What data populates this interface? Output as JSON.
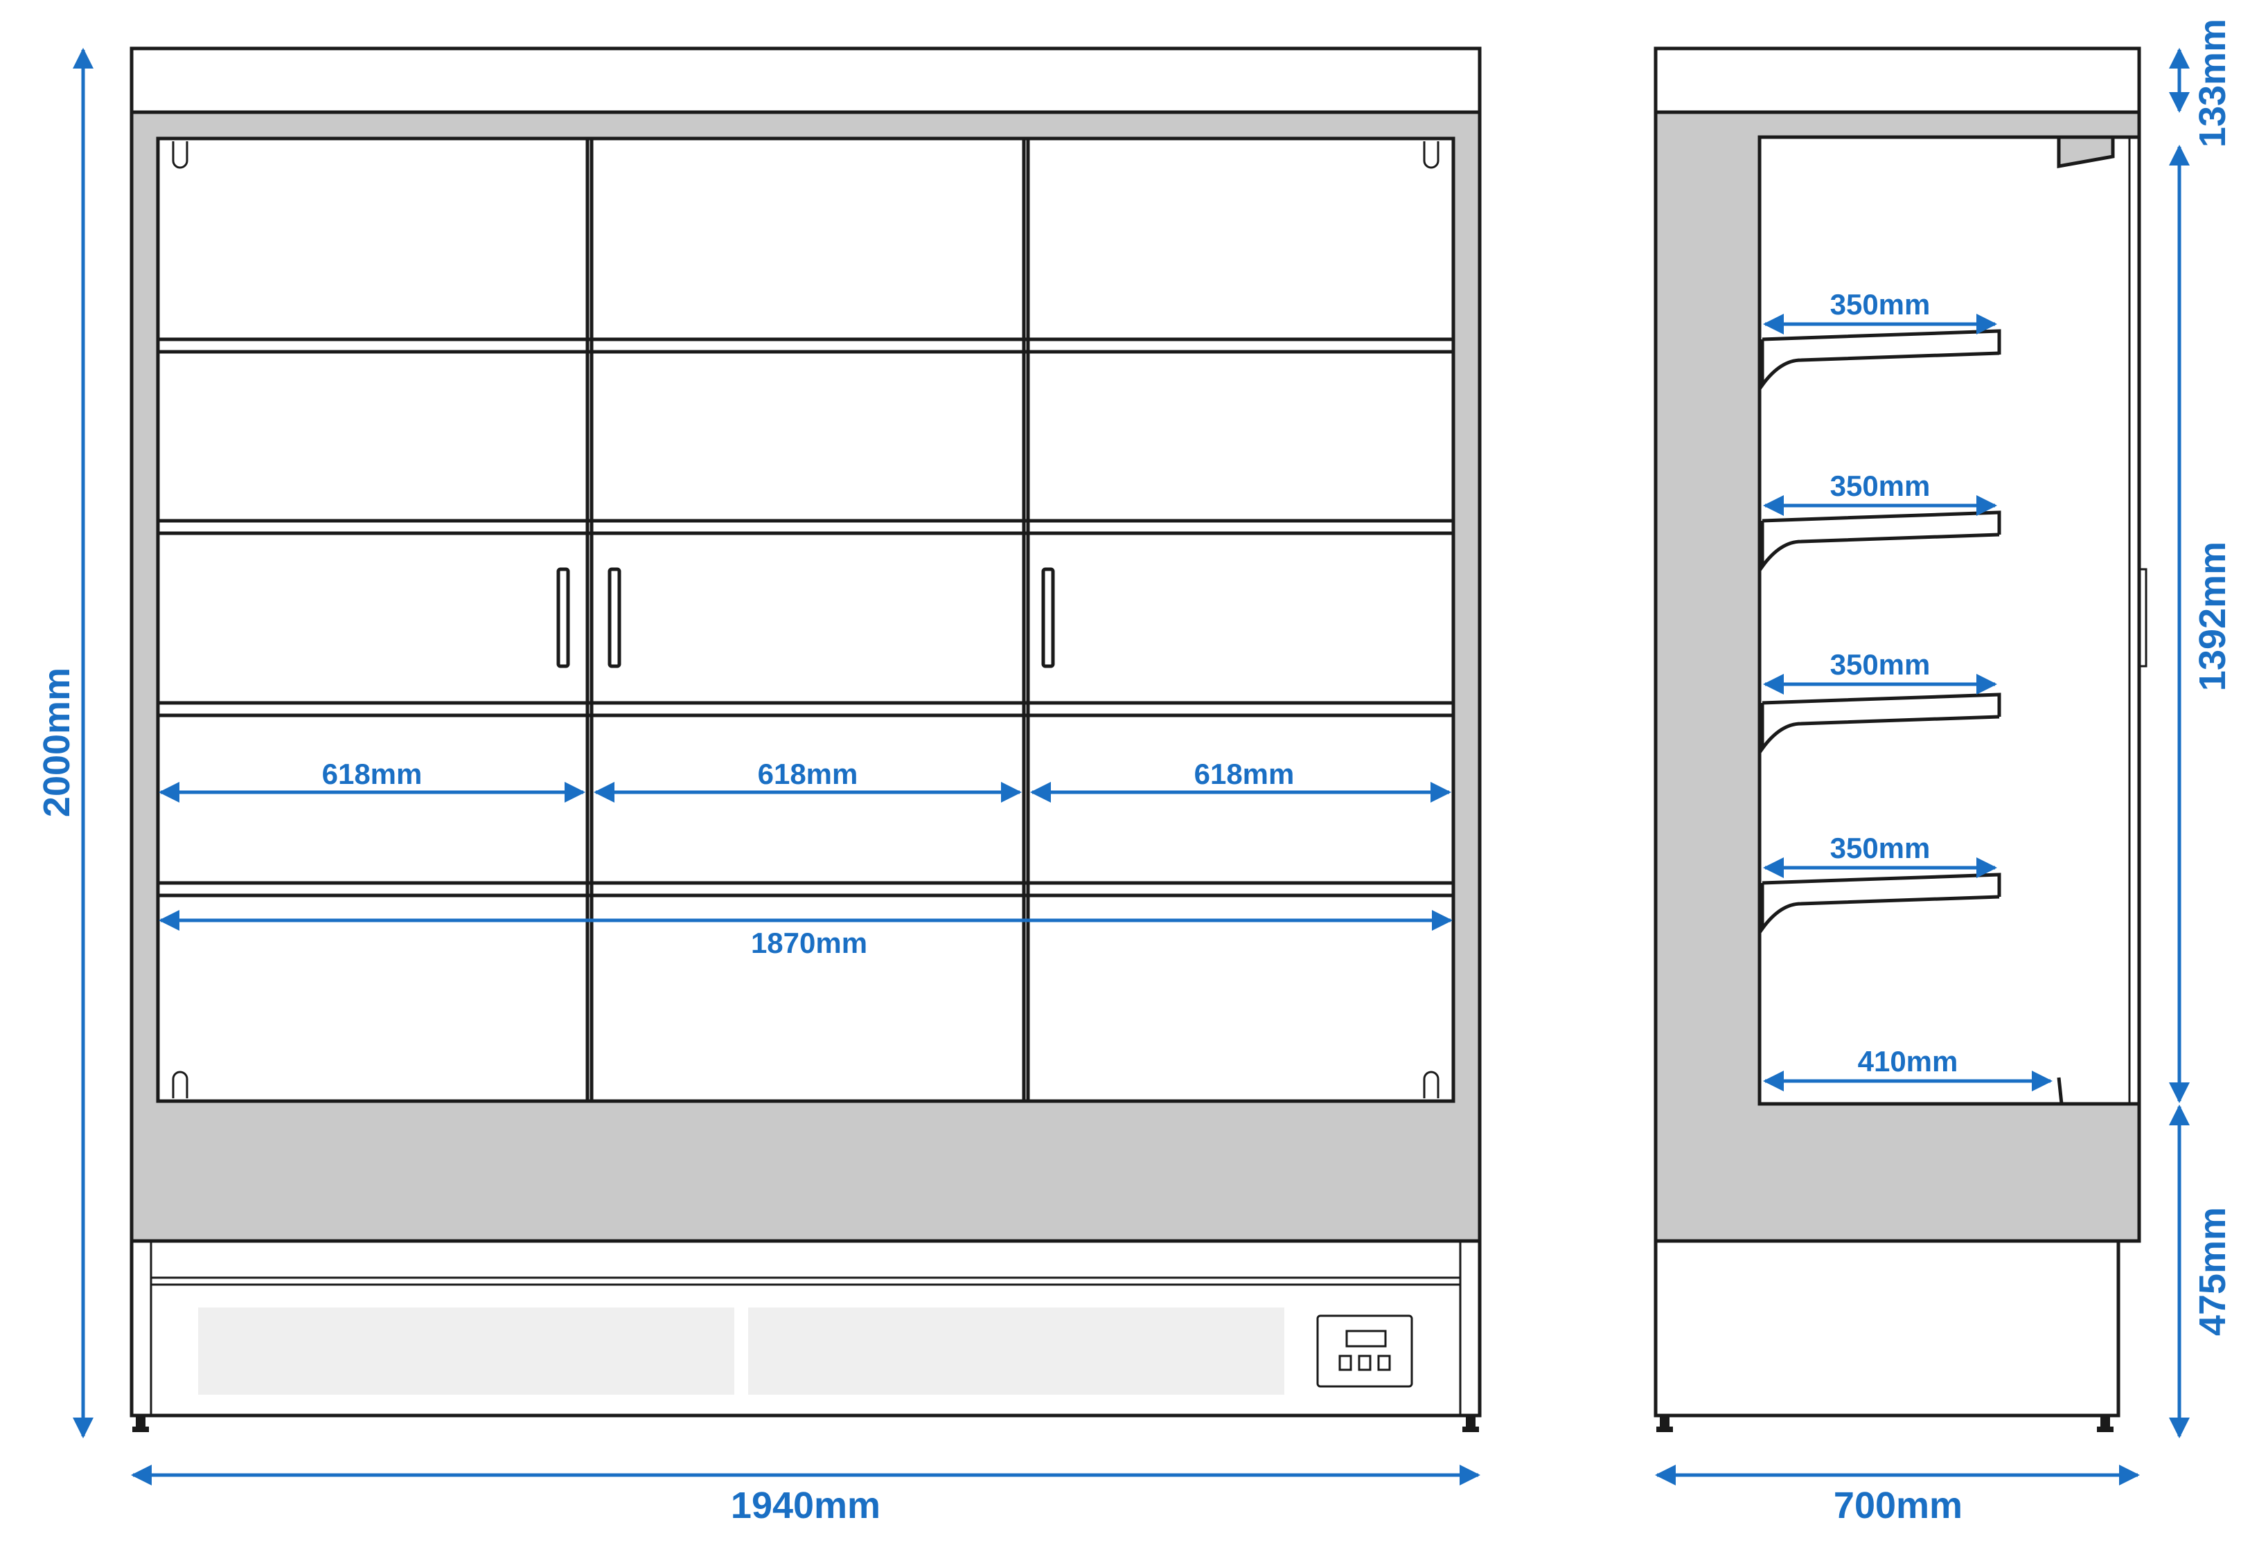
{
  "front_view": {
    "overall_height": "2000mm",
    "overall_width": "1940mm",
    "inner_width": "1870mm",
    "section_widths": [
      "618mm",
      "618mm",
      "618mm"
    ]
  },
  "side_view": {
    "top_height": "133mm",
    "display_height": "1392mm",
    "base_height": "475mm",
    "overall_depth": "700mm",
    "shelf_depths": [
      "350mm",
      "350mm",
      "350mm",
      "350mm"
    ],
    "bottom_depth": "410mm"
  },
  "colors": {
    "dimension": "#1a6fc4",
    "outline": "#1a1a1a",
    "cabinet_grey": "#c9c9c9",
    "panel": "#efefef"
  }
}
